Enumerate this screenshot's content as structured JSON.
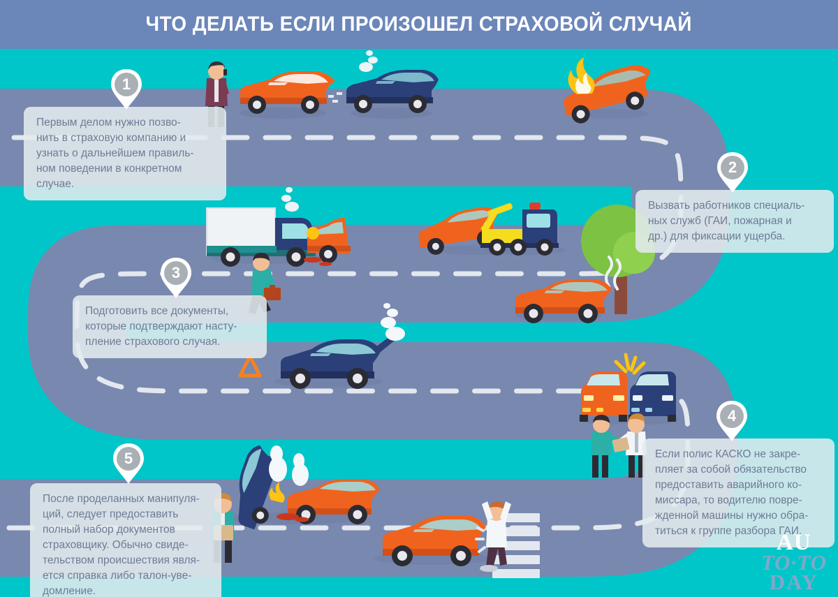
{
  "header": {
    "title": "ЧТО ДЕЛАТЬ ЕСЛИ ПРОИЗОШЕЛ СТРАХОВОЙ СЛУЧАЙ"
  },
  "colors": {
    "background_teal": "#00C6C9",
    "header_blue": "#6B86B9",
    "road_gray": "#7988AE",
    "lane_marking": "#E3E8EF",
    "callout_bg": "#E2EBEE",
    "callout_text": "#6D7B95",
    "pin_fill": "#A9B0B5",
    "pin_border": "#FFFFFF",
    "car_orange": "#F0631E",
    "car_blue": "#2B3F78",
    "tow_yellow": "#F5DC1E",
    "tree_green": "#7DC243",
    "fire_yellow": "#FFC412"
  },
  "steps": [
    {
      "number": "1",
      "text": "Первым делом нужно позво-\nнить в страховую компанию и\nузнать о дальнейшем правиль-\nном поведении в конкретном\nслучае."
    },
    {
      "number": "2",
      "text": "Вызвать работников специаль-\nных служб (ГАИ, пожарная и\nдр.) для фиксации ущерба."
    },
    {
      "number": "3",
      "text": "Подготовить все документы,\nкоторые подтверждают насту-\nпление страхового случая."
    },
    {
      "number": "4",
      "text": "Если полис КАСКО не закре-\nпляет за собой обязательство\nпредоставить аварийного ко-\nмиссара, то водителю повре-\nжденной машины нужно обра-\nтиться к группе разбора ГАИ."
    },
    {
      "number": "5",
      "text": "После проделанных манипуля-\nций, следует предоставить\nполный набор документов\nстраховщику. Обычно свиде-\nтельством происшествия явля-\nется справка либо талон-уве-\nдомление."
    }
  ],
  "logo": {
    "line1": "AU",
    "line2": "TO·TO",
    "line3": "DAY"
  }
}
